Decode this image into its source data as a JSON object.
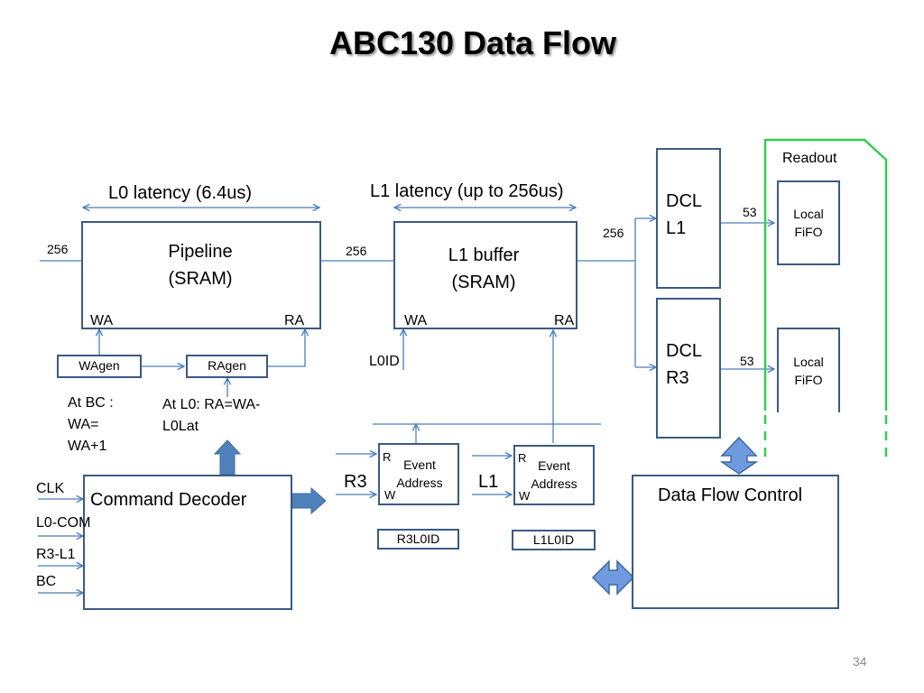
{
  "slide": {
    "title": "ABC130 Data Flow",
    "page_number": "34"
  },
  "latency": {
    "l0": "L0 latency (6.4us)",
    "l1": "L1 latency (up to 256us)"
  },
  "pipeline": {
    "line1": "Pipeline",
    "line2": "(SRAM)",
    "wa": "WA",
    "ra": "RA"
  },
  "l1_buffer": {
    "line1": "L1 buffer",
    "line2": "(SRAM)",
    "wa": "WA",
    "ra": "RA"
  },
  "bus_widths": {
    "in": "256",
    "mid": "256",
    "out": "256",
    "dcl_l1_out": "53",
    "dcl_r3_out": "53"
  },
  "wagen": "WAgen",
  "ragen": "RAgen",
  "wagen_note": {
    "line1": "At BC :",
    "line2": "WA=",
    "line3": "WA+1"
  },
  "ragen_note": {
    "line1": "At L0: RA=WA-",
    "line2": "L0Lat"
  },
  "l0id": "L0ID",
  "dcl_l1": {
    "line1": "DCL",
    "line2": "L1"
  },
  "dcl_r3": {
    "line1": "DCL",
    "line2": "R3"
  },
  "readout": "Readout",
  "local_fifo_top": {
    "line1": "Local",
    "line2": "FiFO"
  },
  "local_fifo_bottom": {
    "line1": "Local",
    "line2": "FiFO"
  },
  "command_decoder": "Command Decoder",
  "inputs": {
    "clk": "CLK",
    "l0com": "L0-COM",
    "r3l1": "R3-L1",
    "bc": "BC"
  },
  "event_r3": {
    "r": "R",
    "w": "W",
    "line1": "Event",
    "line2": "Address",
    "label": "R3",
    "id": "R3L0ID"
  },
  "event_l1": {
    "r": "R",
    "w": "W",
    "line1": "Event",
    "line2": "Address",
    "label": "L1",
    "id": "L1L0ID"
  },
  "data_flow_control": "Data Flow Control",
  "colors": {
    "box_border": "#3b5a82",
    "wire": "#4a7ebb",
    "readout_green": "#33cc55",
    "fat_arrow": "#4f81bd",
    "bidir_arrow": "#6f9ae0"
  }
}
